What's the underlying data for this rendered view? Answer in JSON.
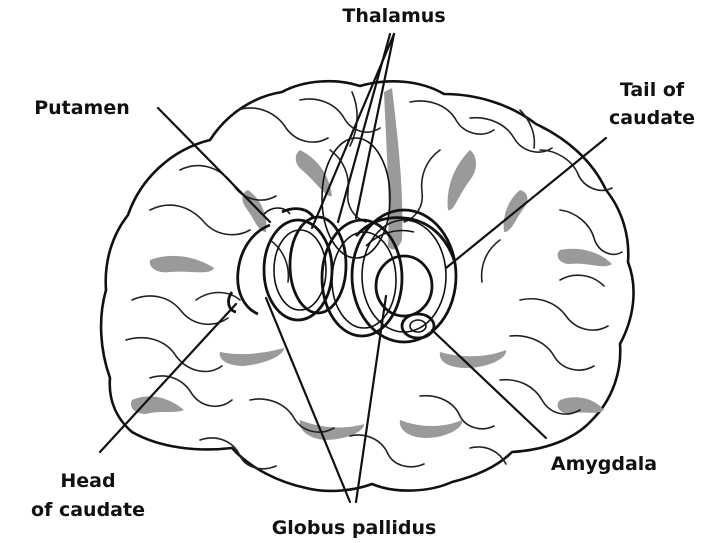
{
  "labels": {
    "thalamus": "Thalamus",
    "putamen": "Putamen",
    "tail_of_caudate_line1": "Tail of",
    "tail_of_caudate_line2": "caudate",
    "head_of_caudate_line1": "Head",
    "head_of_caudate_line2": "of caudate",
    "amygdala": "Amygdala",
    "globus_pallidus": "Globus pallidus"
  },
  "colors": {
    "ink": "#111111",
    "sulcus_shading": "#9a9a9a",
    "background": "#ffffff"
  }
}
